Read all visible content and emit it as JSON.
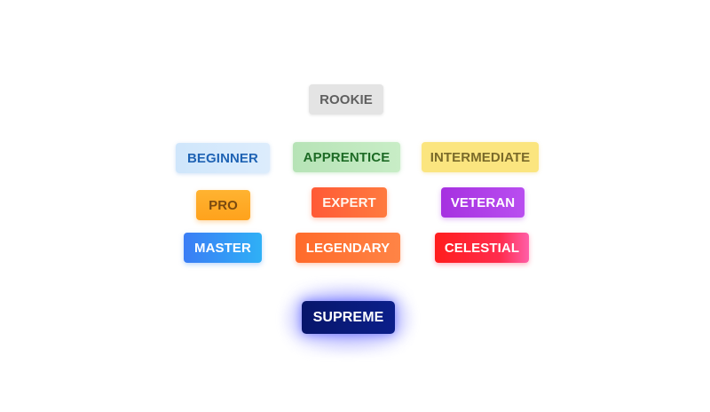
{
  "badges": {
    "rookie": "ROOKIE",
    "beginner": "BEGINNER",
    "apprentice": "APPRENTICE",
    "intermediate": "INTERMEDIATE",
    "pro": "PRO",
    "expert": "EXPERT",
    "veteran": "VETERAN",
    "master": "MASTER",
    "legendary": "LEGENDARY",
    "celestial": "CELESTIAL",
    "supreme": "SUPREME"
  },
  "colors": {
    "rookie": "#e4e4e4",
    "beginner": "#cfe6fb",
    "apprentice": "#b6e3b6",
    "intermediate": "#fbe57f",
    "pro": "#ffa21c",
    "expert": "#ff5a36",
    "veteran": "#a631e0",
    "master": "#3a7df5",
    "legendary": "#ff6a2a",
    "celestial": "#ff1d1d",
    "supreme": "#07166b"
  }
}
